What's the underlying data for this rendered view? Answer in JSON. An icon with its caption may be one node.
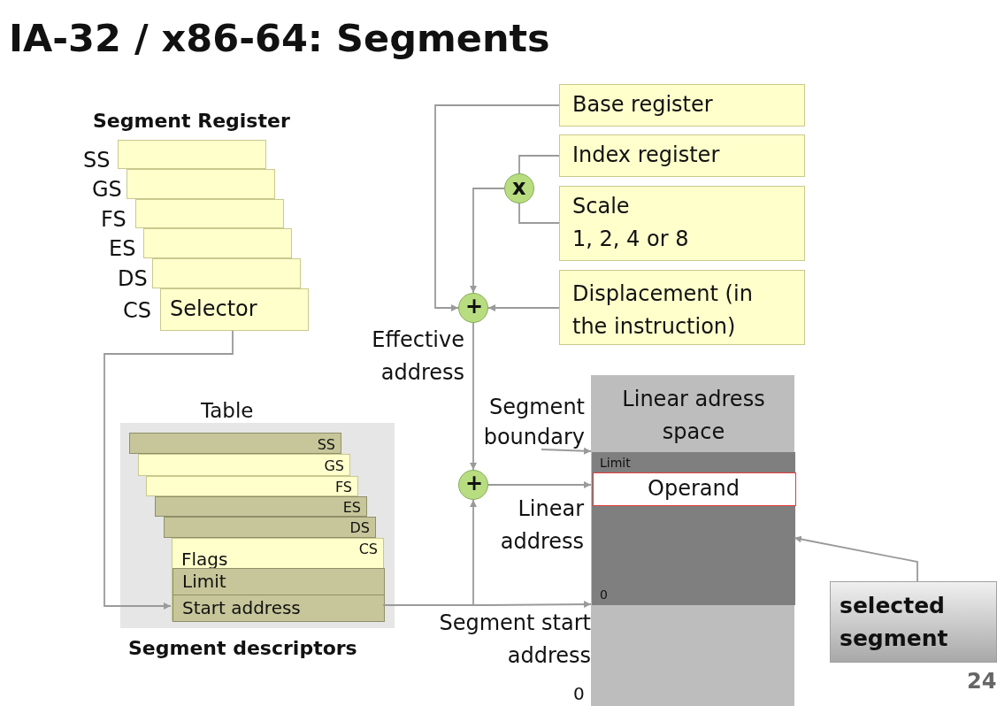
{
  "diagram": {
    "title": "IA-32 / x86-64: Segments",
    "nodes": [
      {
        "text": [],
        "shape": "box",
        "beside": [
          "SS"
        ]
      },
      {
        "text": [],
        "shape": "box",
        "beside": [
          "GS"
        ]
      },
      {
        "text": [],
        "shape": "box",
        "beside": [
          "FS"
        ]
      },
      {
        "text": [],
        "shape": "box",
        "beside": [
          "ES"
        ]
      },
      {
        "text": [],
        "shape": "box",
        "beside": [
          "DS"
        ]
      },
      {
        "text": [
          "Selector"
        ],
        "beside": [
          "CS"
        ]
      },
      {
        "text": [
          "Table"
        ]
      },
      {
        "text": [
          "SS"
        ],
        "in": 6
      },
      {
        "text": [
          "GS"
        ],
        "in": 6
      },
      {
        "text": [
          "FS"
        ],
        "in": 6
      },
      {
        "text": [
          "ES"
        ],
        "in": 6
      },
      {
        "text": [
          "DS"
        ],
        "in": 6
      },
      {
        "text": [
          "CS",
          "Flags"
        ],
        "in": 6
      },
      {
        "text": [
          "Limit"
        ],
        "in": 12
      },
      {
        "text": [
          "Start address"
        ],
        "in": 12
      },
      {
        "text": [
          "Base register"
        ]
      },
      {
        "text": [
          "Index register"
        ]
      },
      {
        "text": [
          "Scale",
          "1, 2, 4 or 8"
        ]
      },
      {
        "text": [
          "Displacement (in the instruction)"
        ]
      },
      {
        "text": [
          "x"
        ]
      },
      {
        "text": [
          "+"
        ]
      },
      {
        "text": [
          "+"
        ]
      },
      {
        "text": [
          "Linear adress space"
        ]
      },
      {
        "text": [
          "Limit",
          "0"
        ],
        "in": 22
      },
      {
        "text": [
          "Operand"
        ],
        "in": 23
      },
      {
        "text": [
          "selected segment"
        ]
      },
      {
        "text": [
          "Segment boundary"
        ]
      }
    ],
    "edges": [
      {
        "from": 5,
        "to": 14,
        "arrow": "to"
      },
      {
        "from": 15,
        "to": 20,
        "arrow": "to"
      },
      {
        "from": 16,
        "to": 19,
        "arrow": "none"
      },
      {
        "from": 17,
        "to": 19,
        "arrow": "none"
      },
      {
        "from": 19,
        "to": 20,
        "arrow": "to"
      },
      {
        "from": 18,
        "to": 20,
        "arrow": "to"
      },
      {
        "from": 20,
        "to": 21,
        "arrow": "to",
        "label": "Effective address"
      },
      {
        "from": 14,
        "to": 23,
        "arrow": "to",
        "label": "Segment start address"
      },
      {
        "from": 14,
        "to": 21,
        "arrow": "to"
      },
      {
        "from": 21,
        "to": 24,
        "arrow": "to",
        "label": "Linear address"
      },
      {
        "from": 26,
        "to": 23,
        "arrow": "to"
      },
      {
        "from": 25,
        "to": 23,
        "arrow": "to"
      }
    ],
    "labels": [
      "Segment Register",
      "Segment descriptors",
      "0",
      "24"
    ]
  }
}
